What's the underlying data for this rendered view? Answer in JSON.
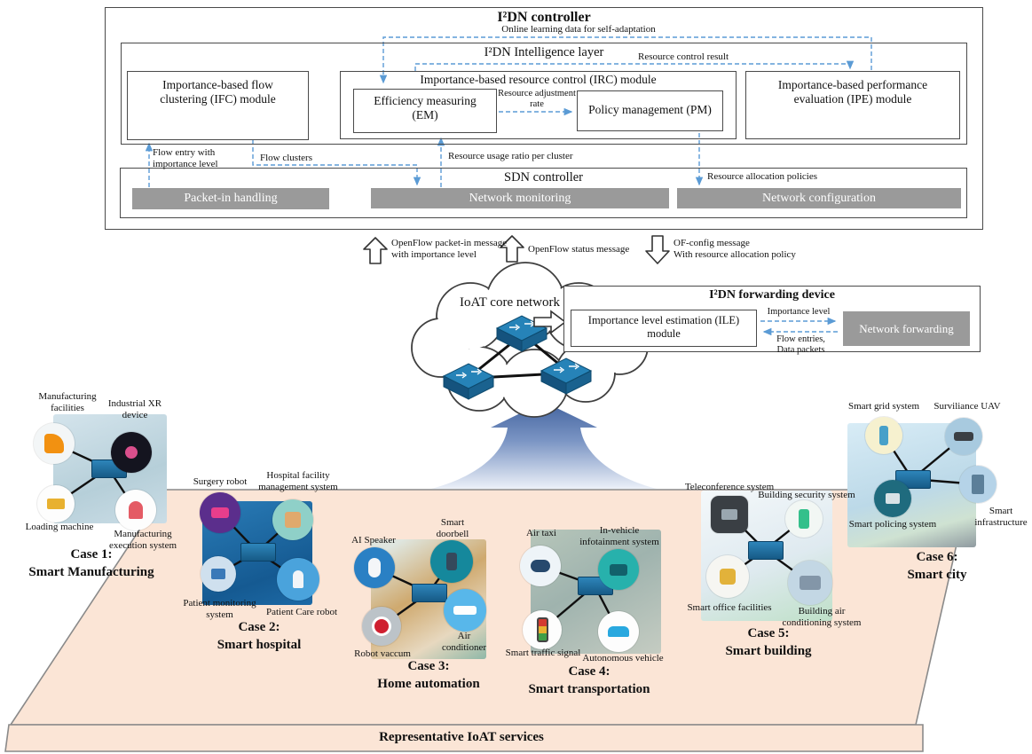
{
  "controller": {
    "title": "I²DN controller",
    "online_learning_label": "Online learning data for self-adaptation",
    "intelligence_layer": {
      "title": "I²DN Intelligence layer",
      "resource_control_result": "Resource control result",
      "ifc_module": "Importance-based flow clustering (IFC) module",
      "irc_title": "Importance-based resource control (IRC) module",
      "em_module": "Efficiency measuring (EM)",
      "resource_adjustment_rate": "Resource adjustment rate",
      "pm_module": "Policy management (PM)",
      "ipe_module": "Importance-based performance evaluation (IPE) module"
    },
    "signals": {
      "flow_entry": "Flow entry with importance level",
      "flow_clusters": "Flow clusters",
      "resource_usage": "Resource usage ratio per cluster",
      "resource_allocation": "Resource allocation policies"
    },
    "sdn": {
      "title": "SDN controller",
      "modules": [
        "Packet-in handling",
        "Network monitoring",
        "Network configuration"
      ]
    }
  },
  "messages": {
    "packet_in": {
      "line1": "OpenFlow packet-in message",
      "line2": "with importance level"
    },
    "status": "OpenFlow status message",
    "of_config": {
      "line1": "OF-config message",
      "line2": "With resource allocation policy"
    }
  },
  "core_network": {
    "label": "IoAT core network"
  },
  "forwarding_device": {
    "title": "I²DN forwarding device",
    "ile_module": "Importance level estimation (ILE) module",
    "importance_level": "Importance level",
    "flow_entries": {
      "line1": "Flow entries,",
      "line2": "Data packets"
    },
    "network_forwarding": "Network forwarding"
  },
  "services": {
    "footer": "Representative IoAT services",
    "cases": [
      {
        "title": {
          "line1": "Case 1:",
          "line2": "Smart Manufacturing"
        },
        "devices": [
          "Manufacturing facilities",
          "Industrial XR device",
          "Loading machine",
          "Manufacturing execution system"
        ]
      },
      {
        "title": {
          "line1": "Case 2:",
          "line2": "Smart hospital"
        },
        "devices": [
          "Surgery robot",
          "Hospital facility management system",
          "Patient monitoring system",
          "Patient Care robot"
        ]
      },
      {
        "title": {
          "line1": "Case 3:",
          "line2": "Home automation"
        },
        "devices": [
          "AI Speaker",
          "Smart doorbell",
          "Robot vaccum",
          "Air conditioner"
        ]
      },
      {
        "title": {
          "line1": "Case 4:",
          "line2": "Smart transportation"
        },
        "devices": [
          "Air taxi",
          "In-vehicle infotainment system",
          "Smart traffic signal",
          "Autonomous vehicle"
        ]
      },
      {
        "title": {
          "line1": "Case 5:",
          "line2": "Smart building"
        },
        "devices": [
          "Teleconference system",
          "Building security system",
          "Smart office facilities",
          "Building air conditioning system"
        ]
      },
      {
        "title": {
          "line1": "Case 6:",
          "line2": "Smart city"
        },
        "devices": [
          "Smart grid system",
          "Surviliance UAV",
          "Smart policing system",
          "Smart infrastructure"
        ]
      }
    ]
  },
  "colors": {
    "dashed_arrow": "#5b9bd5",
    "module_gray": "#9a9a9a",
    "platform_fill": "#fbe5d6",
    "switch_blue": "#1f6fa5",
    "big_arrow_blue": "#41629e"
  }
}
